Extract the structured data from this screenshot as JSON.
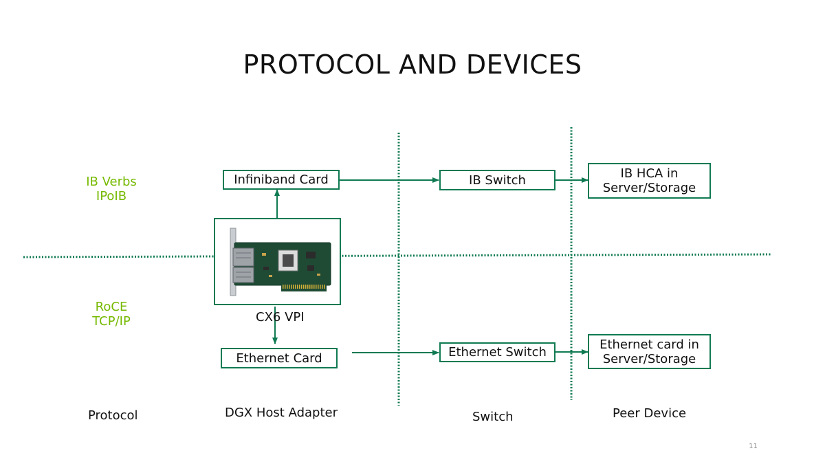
{
  "title": "PROTOCOL AND DEVICES",
  "protocols": {
    "ib": [
      "IB Verbs",
      "IPoIB"
    ],
    "eth": [
      "RoCE",
      "TCP/IP"
    ]
  },
  "adapter": {
    "infiniband_card": "Infiniband Card",
    "ethernet_card": "Ethernet Card",
    "card_caption": "CX6 VPI"
  },
  "switches": {
    "ib": "IB Switch",
    "eth": "Ethernet Switch"
  },
  "peers": {
    "ib": [
      "IB HCA in",
      "Server/Storage"
    ],
    "eth": [
      "Ethernet card in",
      "Server/Storage"
    ]
  },
  "columns": {
    "protocol": "Protocol",
    "adapter": "DGX Host Adapter",
    "switch": "Switch",
    "peer": "Peer Device"
  },
  "slide_number": "11",
  "colors": {
    "accent_green": "#0f7a52",
    "protocol_green": "#76b900"
  }
}
